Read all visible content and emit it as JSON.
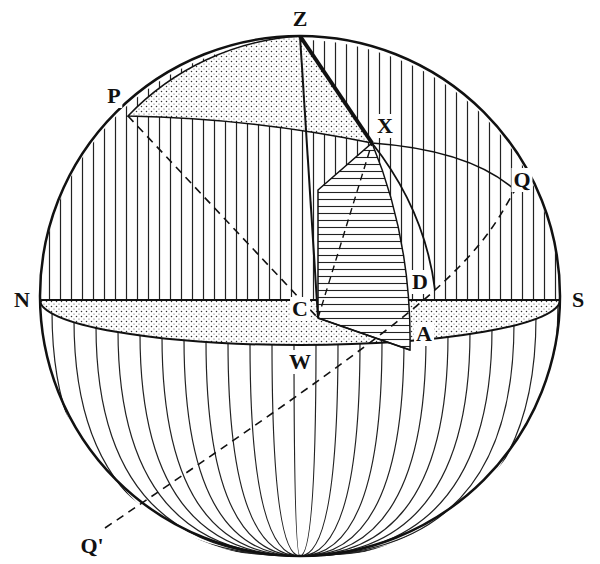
{
  "diagram": {
    "labels": [
      "Z",
      "P",
      "X",
      "Q",
      "N",
      "C",
      "D",
      "S",
      "W",
      "A",
      "Q'"
    ]
  }
}
